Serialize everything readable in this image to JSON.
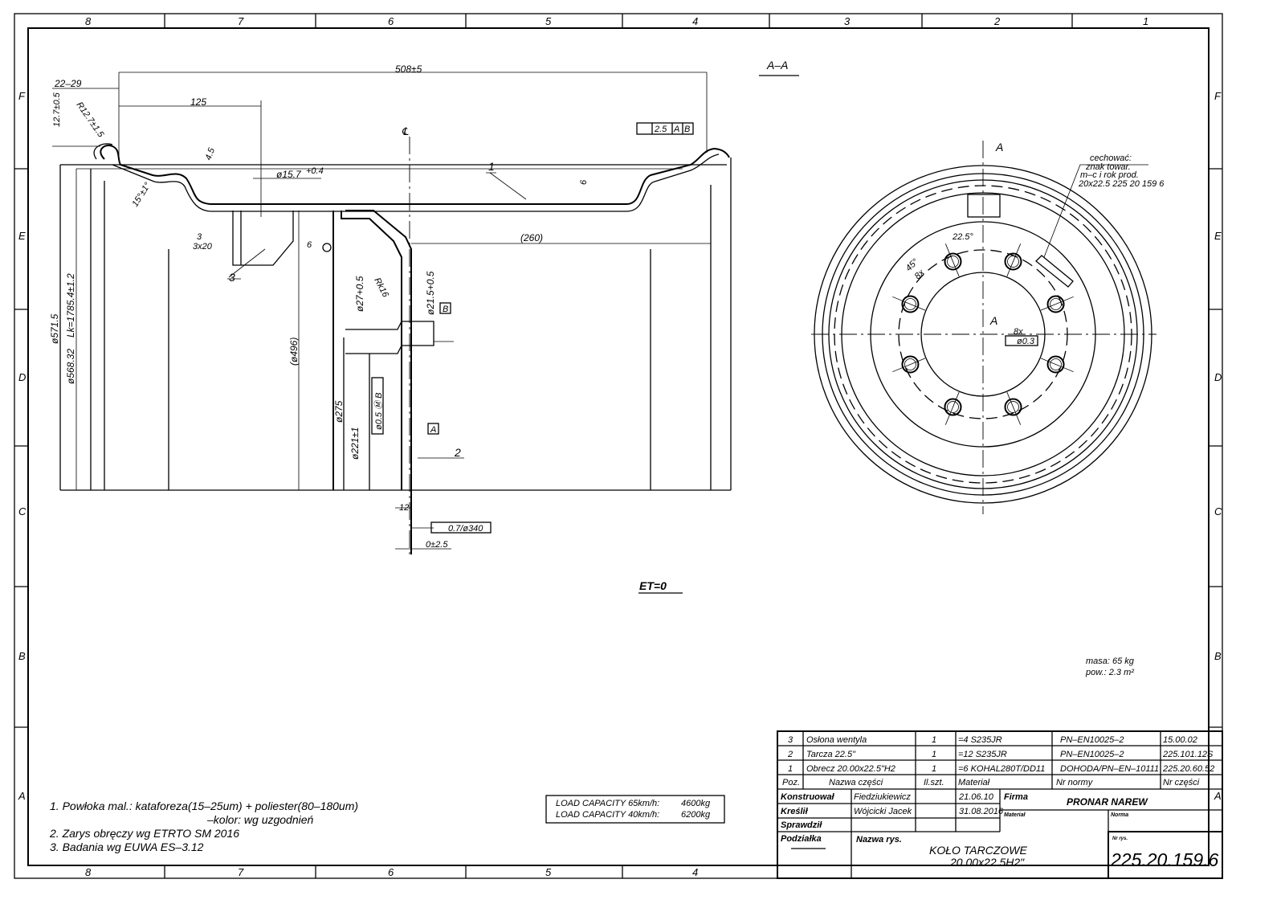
{
  "frame": {
    "columns_top": [
      "8",
      "7",
      "6",
      "5",
      "4",
      "3",
      "2",
      "1"
    ],
    "columns_bottom": [
      "8",
      "7",
      "6",
      "5",
      "4"
    ],
    "rows": [
      "F",
      "E",
      "D",
      "C",
      "B",
      "A"
    ]
  },
  "section_label": "A–A",
  "section_marks": [
    "A",
    "A"
  ],
  "dimensions": {
    "d508": "508±5",
    "d22_29": "22–29",
    "d125": "125",
    "d12_7": "12.7±0.5",
    "r12_7": "R12.7±1.5",
    "d4_5": "4.5",
    "d15deg": "15°±1°",
    "d15_7": "ø15.7",
    "d15_7_tol": "+0.4",
    "d6": "6",
    "d260": "(260)",
    "d571": "ø571.5",
    "d568": "ø568.32",
    "lk": "Lk=1785.4±1.2",
    "d496": "(ø496)",
    "d27": "ø27+0.5",
    "rk16": "Rk16",
    "d21_5": "ø21.5+0.5",
    "d275": "ø275",
    "d221": "ø221±1",
    "d12": "12",
    "d0_2_5": "0±2.5",
    "weld3": "3",
    "weld3x20": "3x20",
    "weld6": "6",
    "centerline": "℄"
  },
  "tolerances": {
    "runout": "2.5",
    "runout_refs": [
      "A",
      "B"
    ],
    "position_holes": "ø0.5 Ⓜ B",
    "flatness": "0.7/ø340",
    "datum_a": "A",
    "datum_b": "B",
    "bolt_count_label": "8x",
    "bolt_position": "ø0.3",
    "angle_45": "45°",
    "angle_22_5": "22.5°"
  },
  "part_callouts": [
    "1",
    "2",
    "3"
  ],
  "bolt_holes": {
    "count": 8,
    "start_angle_deg": 22.5
  },
  "marking_note": {
    "title": "cechować:",
    "lines": [
      "znak towar.",
      "m–c i rok prod.",
      "20x22.5     225 20 159 6"
    ]
  },
  "et_label": "ET=0",
  "mass": {
    "line1": "masa:  65 kg",
    "line2": "pow.:  2.3 m²"
  },
  "notes": [
    "1. Powłoka mal.: kataforeza(15–25um) + poliester(80–180um)",
    "–kolor:  wg uzgodnień",
    "2. Zarys obręczy wg ETRTO SM 2016",
    "3. Badania wg EUWA ES–3.12"
  ],
  "load_capacity": [
    {
      "label": "LOAD CAPACITY 65km/h:",
      "value": "4600kg"
    },
    {
      "label": "LOAD CAPACITY 40km/h:",
      "value": "6200kg"
    }
  ],
  "parts_list": {
    "rows": [
      {
        "poz": "3",
        "name": "Osłona wentyla",
        "qty": "1",
        "material": "=4  S235JR",
        "norm": "PN–EN10025–2",
        "part_no": "15.00.02"
      },
      {
        "poz": "2",
        "name": "Tarcza 22.5\"",
        "qty": "1",
        "material": "=12  S235JR",
        "norm": "PN–EN10025–2",
        "part_no": "225.101.12S"
      },
      {
        "poz": "1",
        "name": "Obrecz 20.00x22.5\"H2",
        "qty": "1",
        "material": "=6  KOHAL280T/DD11",
        "norm": "DOHODA/PN–EN–10111",
        "part_no": "225.20.60.52"
      }
    ],
    "headers": {
      "poz": "Poz.",
      "name": "Nazwa części",
      "qty": "Il.szt.",
      "material": "Materiał",
      "norm": "Nr normy",
      "part_no": "Nr części"
    }
  },
  "title_block": {
    "konstruowal_label": "Konstruował",
    "konstruowal": "Fiedziukiewicz",
    "konstruowal_date": "21.06.10",
    "kreslil_label": "Kreślił",
    "kreslil": "Wójcicki Jacek",
    "kreslil_date": "31.08.2016",
    "sprawdzil_label": "Sprawdził",
    "podzialka_label": "Podziałka",
    "firma_label": "Firma",
    "firma": "PRONAR NAREW",
    "material_label": "Materiał",
    "norma_label": "Norma",
    "nazwa_label": "Nazwa rys.",
    "nazwa_line1": "KOŁO TARCZOWE",
    "nazwa_line2": "20.00x22.5H2\"",
    "nr_label": "Nr rys.",
    "nr": "225.20.159.6"
  }
}
